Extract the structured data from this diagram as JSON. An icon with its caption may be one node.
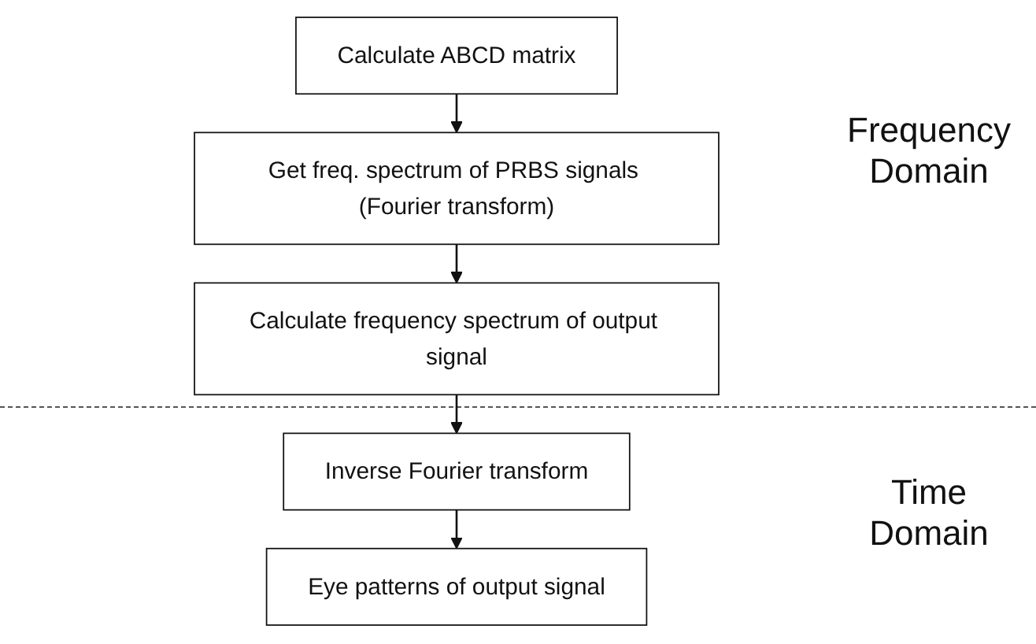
{
  "diagram": {
    "nodes": [
      {
        "text": [
          "Calculate ABCD matrix"
        ]
      },
      {
        "text": [
          "Get freq. spectrum of PRBS signals (Fourier transform)"
        ]
      },
      {
        "text": [
          "Calculate frequency spectrum of output signal"
        ]
      },
      {
        "text": [
          "Inverse Fourier transform"
        ]
      },
      {
        "text": [
          "Eye patterns of output signal"
        ]
      }
    ],
    "edges": [
      {
        "from": 0,
        "to": 1,
        "arrow": "to"
      },
      {
        "from": 1,
        "to": 2,
        "arrow": "to"
      },
      {
        "from": 2,
        "to": 3,
        "arrow": "to"
      },
      {
        "from": 3,
        "to": 4,
        "arrow": "to"
      }
    ],
    "labels": [
      "Frequency Domain",
      "Time Domain"
    ]
  }
}
